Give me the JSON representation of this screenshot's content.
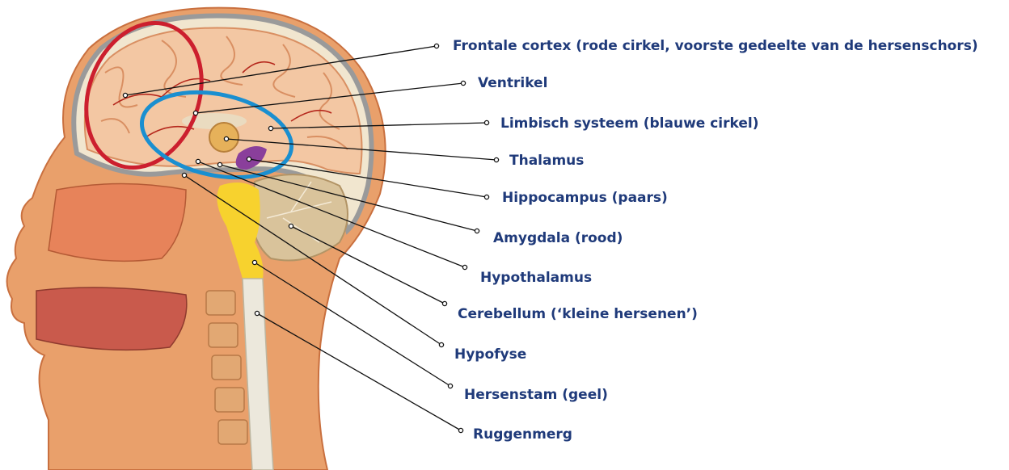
{
  "colors": {
    "label": "#1f3a7a",
    "leader": "#111111",
    "skin": "#e9a06b",
    "skin_dark": "#c9703f",
    "bone": "#f1e6cf",
    "brain": "#f3c7a3",
    "brain_fold": "#d98f62",
    "vessel": "#b5271c",
    "frontal_circle": "#cc1f2e",
    "limbic_circle": "#1a8fd0",
    "brainstem": "#f7d22e",
    "hippocampus": "#8a3f9b",
    "cerebellum": "#d9c39b",
    "cord": "#ece8dc"
  },
  "labels": [
    {
      "key": "frontal",
      "text": "Frontale cortex (rode cirkel, voorste gedeelte van de hersenschors)"
    },
    {
      "key": "ventricle",
      "text": "Ventrikel"
    },
    {
      "key": "limbic",
      "text": "Limbisch systeem (blauwe cirkel)"
    },
    {
      "key": "thalamus",
      "text": "Thalamus"
    },
    {
      "key": "hippocampus",
      "text": "Hippocampus (paars)"
    },
    {
      "key": "amygdala",
      "text": "Amygdala (rood)"
    },
    {
      "key": "hypothalamus",
      "text": "Hypothalamus"
    },
    {
      "key": "cerebellum",
      "text": "Cerebellum (‘kleine hersenen’)"
    },
    {
      "key": "hypofyse",
      "text": "Hypofyse"
    },
    {
      "key": "brainstem",
      "text": "Hersenstam (geel)"
    },
    {
      "key": "spinalcord",
      "text": "Ruggenmerg"
    }
  ]
}
